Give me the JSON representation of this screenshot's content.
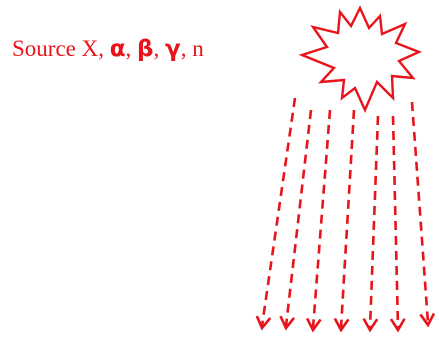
{
  "label": {
    "prefix": "Source X, ",
    "alpha": "α",
    "sep1": ", ",
    "beta": "β",
    "sep2": ", ",
    "gamma": "γ",
    "sep3": ", n"
  },
  "colors": {
    "primary": "#e8141c"
  },
  "icons": {
    "source": "starburst-icon",
    "rays": "dashed-arrow-icon"
  },
  "ray_count": 7
}
